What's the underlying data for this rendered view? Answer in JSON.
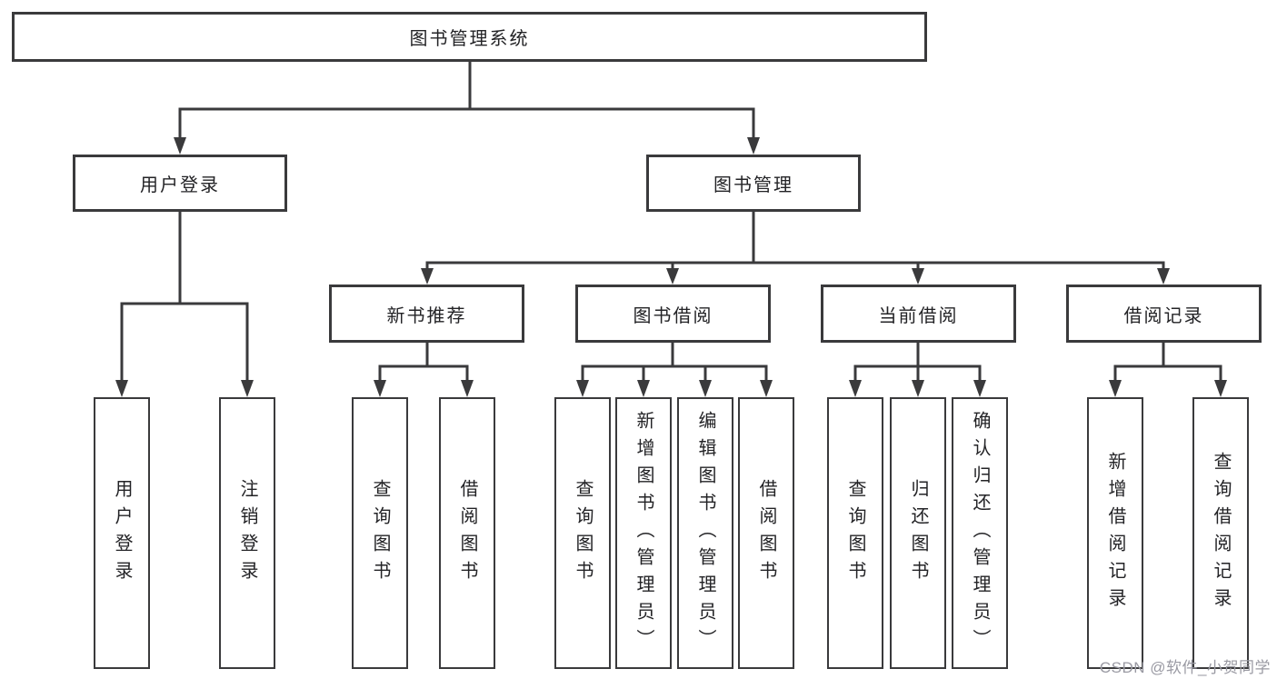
{
  "root": {
    "label": "图书管理系统"
  },
  "branches": [
    {
      "label": "用户登录",
      "leaves": [
        {
          "label": "用户登录"
        },
        {
          "label": "注销登录"
        }
      ]
    },
    {
      "label": "图书管理",
      "groups": [
        {
          "label": "新书推荐",
          "leaves": [
            {
              "label": "查询图书"
            },
            {
              "label": "借阅图书"
            }
          ]
        },
        {
          "label": "图书借阅",
          "leaves": [
            {
              "label": "查询图书"
            },
            {
              "label": "新增图书（管理员）"
            },
            {
              "label": "编辑图书（管理员）"
            },
            {
              "label": "借阅图书"
            }
          ]
        },
        {
          "label": "当前借阅",
          "leaves": [
            {
              "label": "查询图书"
            },
            {
              "label": "归还图书"
            },
            {
              "label": "确认归还（管理员）"
            }
          ]
        },
        {
          "label": "借阅记录",
          "leaves": [
            {
              "label": "新增借阅记录"
            },
            {
              "label": "查询借阅记录"
            }
          ]
        }
      ]
    }
  ],
  "watermark": {
    "text": "CSDN @软件_小贺同学"
  },
  "colors": {
    "line": "#3a3a3c",
    "text": "#232326",
    "watermark": "#9a9aa3",
    "background": "#ffffff"
  }
}
